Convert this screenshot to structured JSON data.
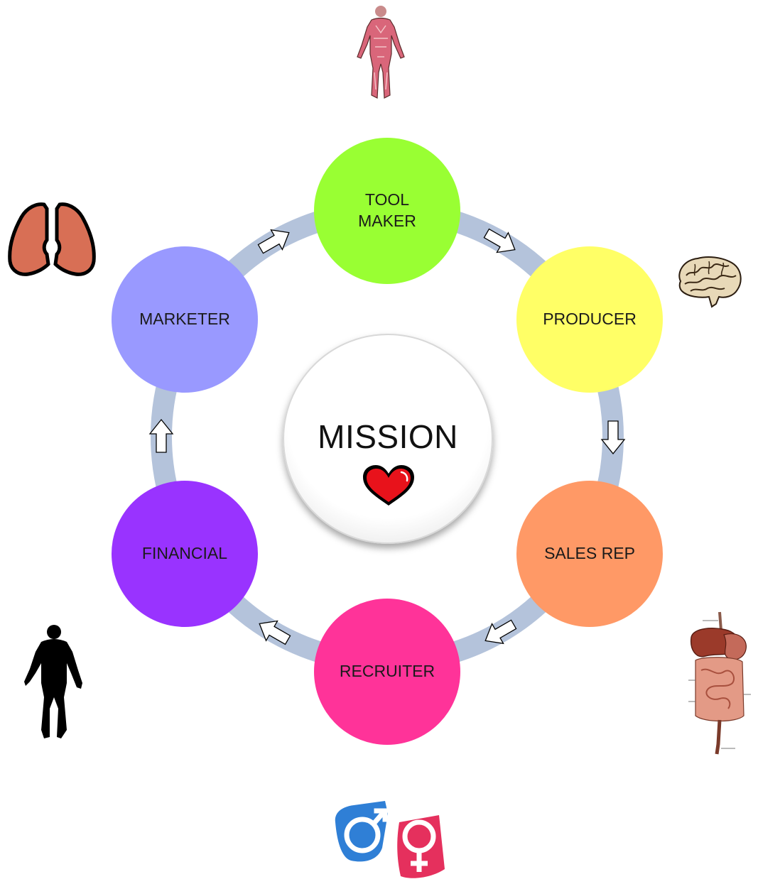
{
  "center": {
    "label": "MISSION",
    "icon": "heart-icon"
  },
  "ring_color": "#b4c3db",
  "nodes": [
    {
      "key": "tool_maker",
      "label": "TOOL\nMAKER",
      "color": "#99ff33"
    },
    {
      "key": "producer",
      "label": "PRODUCER",
      "color": "#ffff66"
    },
    {
      "key": "sales_rep",
      "label": "SALES REP",
      "color": "#ff9966"
    },
    {
      "key": "recruiter",
      "label": "RECRUITER",
      "color": "#ff3399"
    },
    {
      "key": "financial",
      "label": "FINANCIAL",
      "color": "#9933ff"
    },
    {
      "key": "marketer",
      "label": "MARKETER",
      "color": "#9999ff"
    }
  ],
  "arrows": [
    {
      "from": "tool_maker",
      "to": "producer"
    },
    {
      "from": "producer",
      "to": "sales_rep"
    },
    {
      "from": "sales_rep",
      "to": "recruiter"
    },
    {
      "from": "recruiter",
      "to": "financial"
    },
    {
      "from": "financial",
      "to": "marketer"
    },
    {
      "from": "marketer",
      "to": "tool_maker"
    }
  ],
  "illustrations": [
    {
      "name": "muscle-figure-icon",
      "near": "tool_maker"
    },
    {
      "name": "brain-icon",
      "near": "producer"
    },
    {
      "name": "digestive-system-icon",
      "near": "sales_rep"
    },
    {
      "name": "gender-symbols-icon",
      "near": "recruiter"
    },
    {
      "name": "body-silhouette-icon",
      "near": "financial"
    },
    {
      "name": "lungs-icon",
      "near": "marketer"
    }
  ]
}
